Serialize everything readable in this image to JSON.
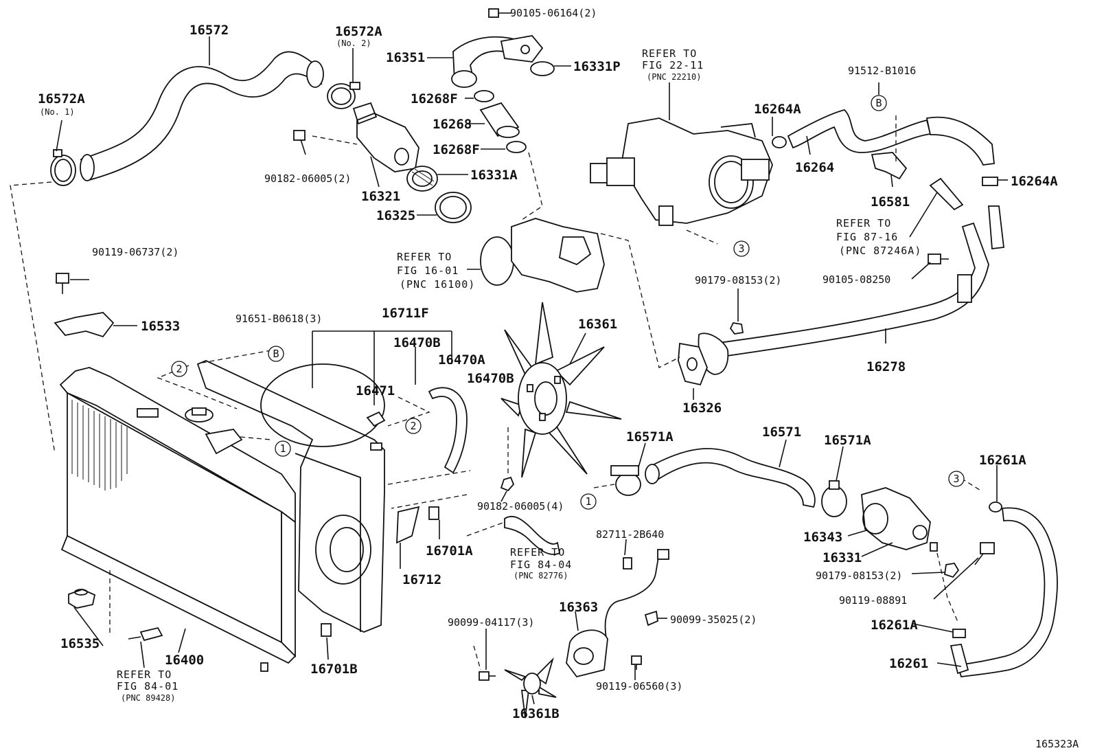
{
  "labels": {
    "p16572": "16572",
    "p16572A_top": "16572A",
    "no2": "(No. 2)",
    "p16572A_left": "16572A",
    "no1": "(No. 1)",
    "p90105_06164": "90105-06164(2)",
    "p16351": "16351",
    "p16331P": "16331P",
    "p16268F_a": "16268F",
    "p16268": "16268",
    "p16268F_b": "16268F",
    "p90182_06005_2": "90182-06005(2)",
    "p16321": "16321",
    "p16331A": "16331A",
    "p16325": "16325",
    "ref_22_11": [
      "REFER TO",
      "FIG 22-11",
      "(PNC 22210)"
    ],
    "p91512_B1016": "91512-B1016",
    "p16264A_top": "16264A",
    "p16264": "16264",
    "p16264A_right": "16264A",
    "p16581": "16581",
    "ref_87_16": [
      "REFER TO",
      "FIG 87-16",
      "(PNC 87246A)"
    ],
    "p90105_08250": "90105-08250",
    "ref_16_01": [
      "REFER TO",
      "FIG 16-01",
      "(PNC 16100)"
    ],
    "p90119_06737": "90119-06737(2)",
    "p16533": "16533",
    "p91651_B0618": "91651-B0618(3)",
    "p16711F": "16711F",
    "p16470B_a": "16470B",
    "p16470A": "16470A",
    "p16470B_b": "16470B",
    "p16471": "16471",
    "p16361": "16361",
    "p90179_08153_top": "90179-08153(2)",
    "p16278": "16278",
    "p16326": "16326",
    "p16571A_a": "16571A",
    "p16571": "16571",
    "p16571A_b": "16571A",
    "p16261A_top": "16261A",
    "p90182_06005_4": "90182-06005(4)",
    "p16701A": "16701A",
    "p16712": "16712",
    "ref_84_04": [
      "REFER TO",
      "FIG 84-04",
      "(PNC 82776)"
    ],
    "p82711_2B640": "82711-2B640",
    "p16343": "16343",
    "p16331": "16331",
    "p90179_08153_bot": "90179-08153(2)",
    "p90119_08891": "90119-08891",
    "p16261A_bot": "16261A",
    "p16261": "16261",
    "p16363": "16363",
    "p90099_35025": "90099-35025(2)",
    "p90099_04117": "90099-04117(3)",
    "p90119_06560": "90119-06560(3)",
    "p16361B": "16361B",
    "p16535": "16535",
    "p16400": "16400",
    "p16701B": "16701B",
    "ref_84_01": [
      "REFER TO",
      "FIG 84-01",
      "(PNC 89428)"
    ],
    "figure_id": "165323A",
    "callouts": {
      "one": "1",
      "two": "2",
      "three": "3",
      "b": "B"
    }
  }
}
